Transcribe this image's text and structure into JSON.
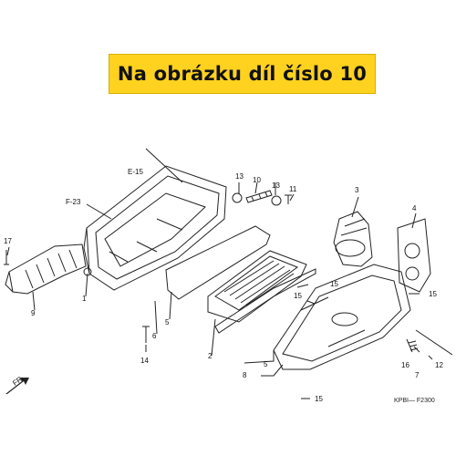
{
  "banner": {
    "text": "Na obrázku díl číslo 10",
    "color": "#ffd21f"
  },
  "diagram": {
    "refs": [
      "E-15",
      "F-23"
    ],
    "part_numbers": [
      "1",
      "2",
      "3",
      "4",
      "5",
      "5",
      "6",
      "7",
      "8",
      "9",
      "10",
      "11",
      "12",
      "13",
      "13",
      "14",
      "15",
      "15",
      "15",
      "15",
      "16",
      "17"
    ],
    "direction_label": "FR.",
    "figure_code": "KPBI— F2300"
  }
}
